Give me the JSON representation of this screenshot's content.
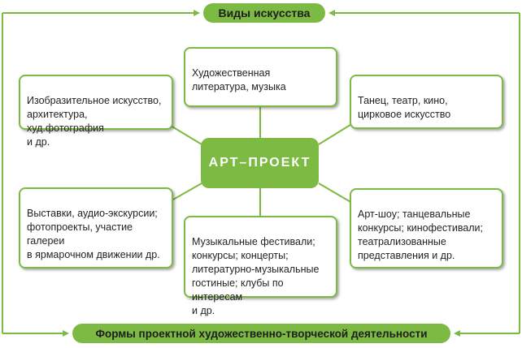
{
  "colors": {
    "accent": "#7dba43",
    "text": "#231f20"
  },
  "header": {
    "title": "Виды искусства"
  },
  "footer": {
    "title": "Формы проектной художественно-творческой деятельности"
  },
  "center": {
    "label": "АРТ–ПРОЕКТ"
  },
  "top_boxes": {
    "left": "Изобразительное искусство,\nархитектура, худ.фотография\nи др.",
    "middle": "Художественная\nлитература, музыка",
    "right": "Танец, театр, кино,\nцирковое искусство"
  },
  "bottom_boxes": {
    "left": "Выставки,  аудио-экскурсии;\nфотопроекты, участие галереи\nв ярмарочном движении др.",
    "middle": "Музыкальные фестивали;\nконкурсы; концерты;\nлитературно-музыкальные\nгостиные;  клубы по интересам\nи др.",
    "right": "Арт-шоу; танцевальные\nконкурсы; кинофестивали;\nтеатрализованные\nпредставления и др."
  }
}
